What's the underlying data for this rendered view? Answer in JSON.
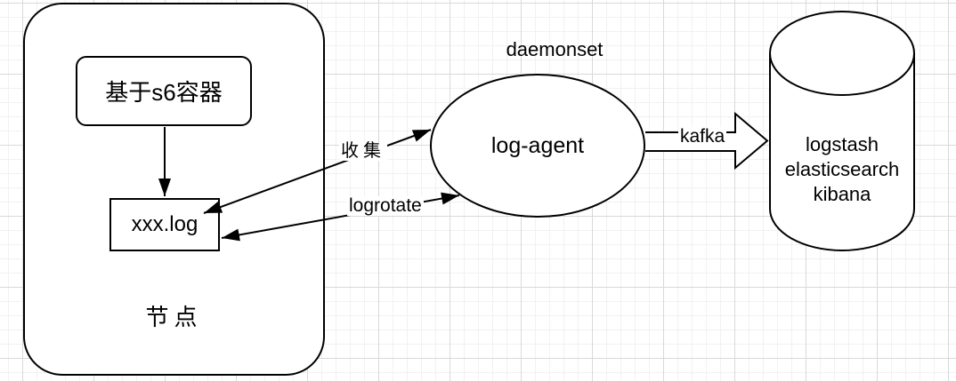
{
  "diagram": {
    "node_group": {
      "label": "节点"
    },
    "s6_box": {
      "label": "基于s6容器"
    },
    "log_file_box": {
      "label": "xxx.log"
    },
    "agent": {
      "label": "log-agent",
      "caption": "daemonset"
    },
    "storage": {
      "lines": [
        "logstash",
        "elasticsearch",
        "kibana"
      ]
    },
    "edges": {
      "collect": {
        "label": "收集"
      },
      "logrotate": {
        "label": "logrotate"
      },
      "kafka": {
        "label": "kafka"
      }
    },
    "colors": {
      "stroke": "#000000",
      "shape_fill": "#ffffff",
      "grid_major": "#d9d9d9",
      "grid_minor": "#f3f0f0"
    }
  }
}
